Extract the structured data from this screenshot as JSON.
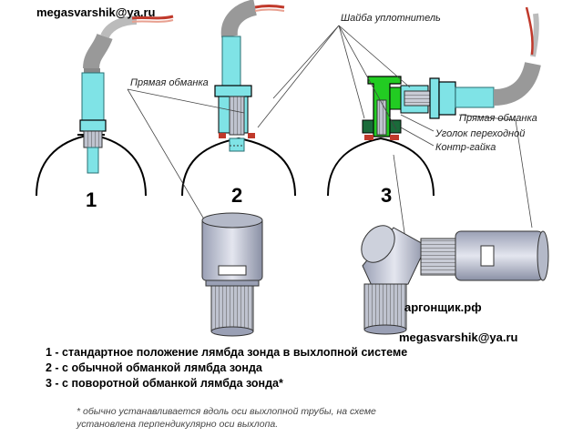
{
  "header": {
    "email": "megasvarshik@ya.ru"
  },
  "labels": {
    "washer": "Шайба уплотнитель",
    "straight_spacer_1": "Прямая обманка",
    "angle_adapter": "Уголок переходной",
    "lock_nut": "Контр-гайка",
    "straight_spacer_2": "Прямая обманка"
  },
  "numbers": [
    "1",
    "2",
    "3"
  ],
  "watermark": {
    "site": "аргонщик.рф",
    "email": "megasvarshik@ya.ru"
  },
  "legend": [
    "1 - стандартное положение лямбда зонда в выхлопной системе",
    "2 - с обычной обманкой лямбда зонда",
    "3 - с поворотной обманкой лямбда зонда*"
  ],
  "footnote": [
    "* обычно устанавливается вдоль оси выхлопной трубы, на схеме",
    "установлена перпендикулярно оси выхлопа."
  ],
  "colors": {
    "sensor_cyan": "#7fe3e6",
    "adapter_green": "#22cc22",
    "metal": "#c8ccd8",
    "wire_red": "#c0392b"
  }
}
